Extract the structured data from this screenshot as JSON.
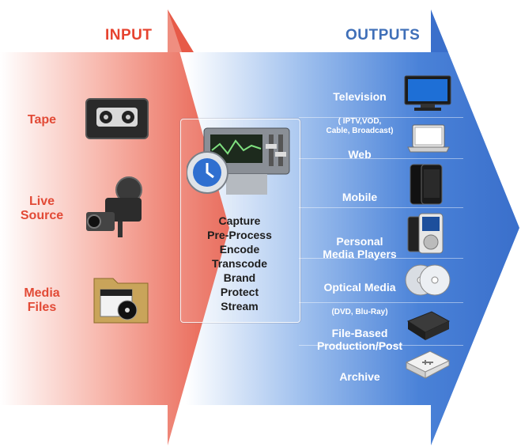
{
  "headers": {
    "input": "INPUT",
    "outputs": "OUTPUTS"
  },
  "colors": {
    "input_red": "#e6432f",
    "output_blue": "#3d74d1",
    "label_red": "#e24a36"
  },
  "inputs": [
    {
      "label": "Tape",
      "icon": "cassette-tape-icon"
    },
    {
      "label": "Live\nSource",
      "icon": "video-camera-icon"
    },
    {
      "label": "Media\nFiles",
      "icon": "media-folder-icon"
    }
  ],
  "process": {
    "icon": "encoder-device-icon",
    "steps": [
      "Capture",
      "Pre-Process",
      "Encode",
      "Transcode",
      "Brand",
      "Protect",
      "Stream"
    ]
  },
  "outputs": [
    {
      "title": "Television",
      "sub": "( IPTV,VOD,\nCable, Broadcast)",
      "icon": "television-icon"
    },
    {
      "title": "Web",
      "sub": "",
      "icon": "laptop-icon"
    },
    {
      "title": "Mobile",
      "sub": "",
      "icon": "smartphone-icon"
    },
    {
      "title": "Personal\nMedia Players",
      "sub": "",
      "icon": "media-player-icon"
    },
    {
      "title": "Optical Media",
      "sub": "(DVD, Blu-Ray)",
      "icon": "optical-disc-icon"
    },
    {
      "title": "File-Based\nProduction/Post",
      "sub": "",
      "icon": "hard-drive-icon"
    },
    {
      "title": "Archive",
      "sub": "",
      "icon": "usb-storage-icon"
    }
  ]
}
